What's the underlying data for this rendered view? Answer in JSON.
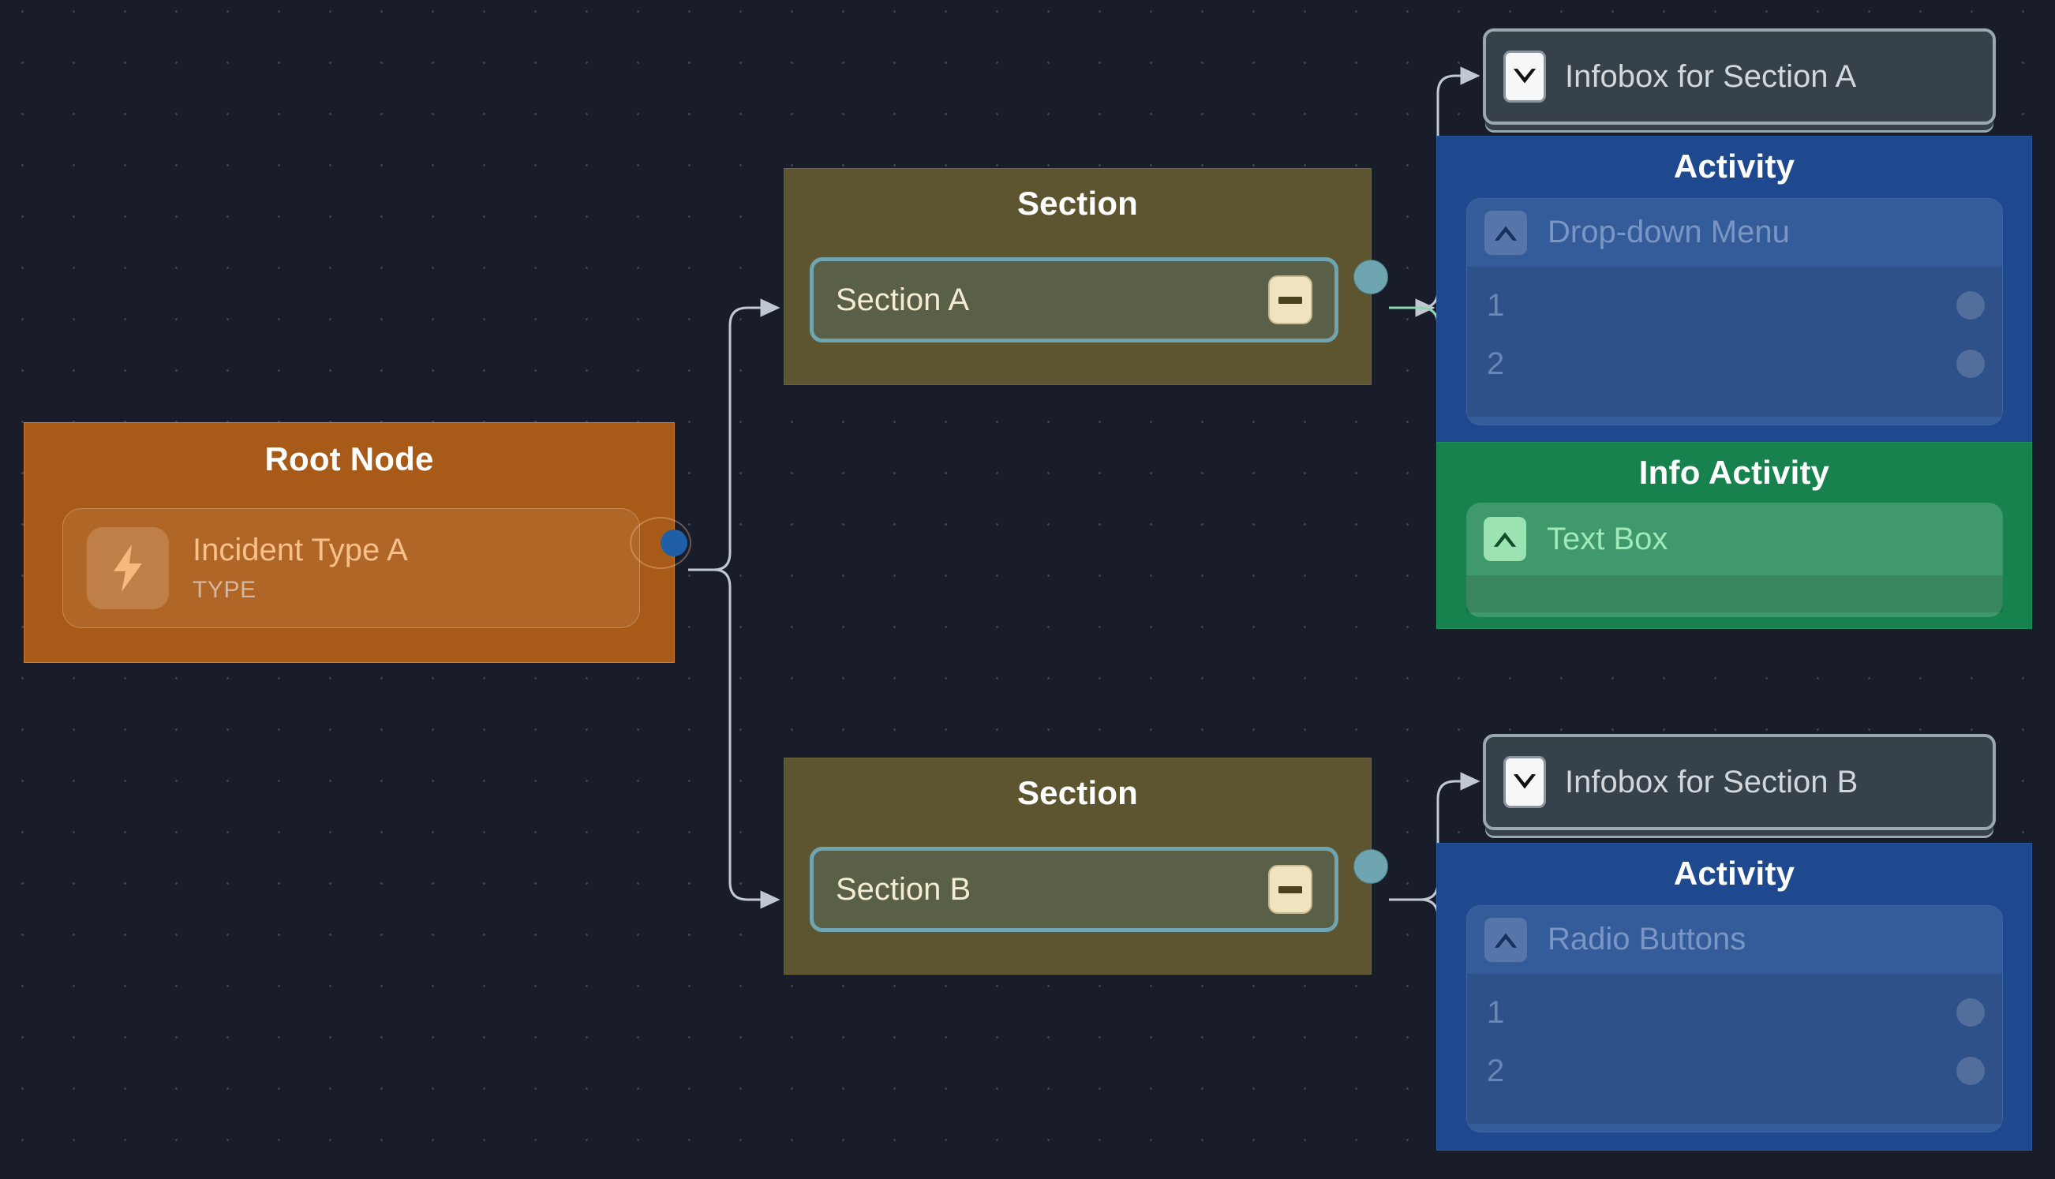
{
  "canvas": {
    "background_color": "#191d2a",
    "grid": "dot-grid"
  },
  "nodes": {
    "root": {
      "title": "Root Node",
      "color": "#a85a18",
      "field_label": "Incident Type A",
      "field_sublabel": "TYPE",
      "icon": "lightning-bolt-icon",
      "port_color": "#1f5fa8"
    },
    "section_a": {
      "title": "Section",
      "color": "#5d5430",
      "field_label": "Section A",
      "collapse_button": "minus-icon",
      "port_color": "#6fa5b0"
    },
    "section_b": {
      "title": "Section",
      "color": "#5d5430",
      "field_label": "Section B",
      "collapse_button": "minus-icon",
      "port_color": "#6fa5b0"
    },
    "infobox_a": {
      "label": "Infobox for Section A",
      "icon": "chevron-down-icon",
      "color": "#37414a"
    },
    "infobox_b": {
      "label": "Infobox for Section B",
      "icon": "chevron-down-icon",
      "color": "#37414a"
    },
    "activity_a": {
      "title": "Activity",
      "color": "#1e498f",
      "field_label": "Drop-down Menu",
      "icon": "chevron-up-icon",
      "options": [
        "1",
        "2"
      ]
    },
    "activity_b": {
      "title": "Activity",
      "color": "#1e498f",
      "field_label": "Radio Buttons",
      "icon": "chevron-up-icon",
      "options": [
        "1",
        "2"
      ]
    },
    "info_activity": {
      "title": "Info Activity",
      "color": "#17824d",
      "field_label": "Text Box",
      "icon": "chevron-up-icon"
    }
  },
  "edges": {
    "stroke_color": "#c9d2da",
    "green_stroke_color": "#8fd6ae",
    "count": 7
  }
}
